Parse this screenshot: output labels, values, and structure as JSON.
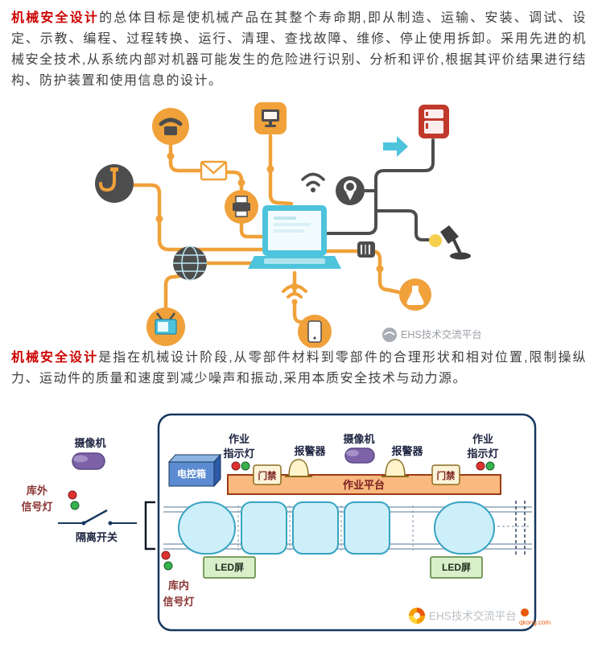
{
  "theme": {
    "highlight_red": "#cc0000",
    "body_text": "#3f3f3f",
    "background": "#ffffff"
  },
  "article": {
    "paragraph1": {
      "highlight": "机械安全设计",
      "body": "的总体目标是使机械产品在其整个寿命期,即从制造、运输、安装、调试、设定、示教、编程、过程转换、运行、清理、查找故障、维修、停止使用拆卸。采用先进的机械安全技术,从系统内部对机器可能发生的危险进行识别、分析和评价,根据其评价结果进行结构、防护装置和使用信息的设计。"
    },
    "paragraph2": {
      "highlight": "机械安全设计",
      "body": "是指在机械设计阶段,从零部件材料到零部件的合理形状和相对位置,限制操纵力、运动件的质量和速度到减少噪声和振动,采用本质安全技术与动力源。"
    }
  },
  "illustration": {
    "watermark": "EHS技术交流平台",
    "icons": [
      "desk-phone",
      "monitor",
      "envelope",
      "printer",
      "crane-hook",
      "globe",
      "tv",
      "wifi-orange",
      "wifi-dark",
      "smartphone",
      "location-pin",
      "arrow-right",
      "refrigerator",
      "desk-lamp",
      "flask",
      "barcode",
      "laptop"
    ],
    "colors": {
      "orange": "#f0a13a",
      "dark": "#4d4d4d",
      "cyan": "#4ec3dc"
    }
  },
  "diagram": {
    "camera_left": "摄像机",
    "outside_light_l1": "库外",
    "outside_light_l2": "信号灯",
    "isolation_switch": "隔离开关",
    "inside_light_l1": "库内",
    "inside_light_l2": "信号灯",
    "control_box": "电控箱",
    "work_light_left_l1": "作业",
    "work_light_left_l2": "指示灯",
    "alarm_left": "报警器",
    "camera_center": "摄像机",
    "alarm_right": "报警器",
    "work_light_right_l1": "作业",
    "work_light_right_l2": "指示灯",
    "door_left": "门禁",
    "door_right": "门禁",
    "platform": "作业平台",
    "led_left": "LED屏",
    "led_right": "LED屏",
    "watermark": "EHS技术交流平台",
    "watermark_site": "qkong.com",
    "colors": {
      "border": "#17375e",
      "platform_fill": "#f9b97f",
      "platform_border": "#9c3a16",
      "led_fill": "#d8efc9",
      "led_border": "#538135",
      "cylinder": "#7d62a8",
      "car_fill": "#cdeffa",
      "car_border": "#38a3c2",
      "red_light": "#e03131",
      "green_light": "#37b24d"
    }
  }
}
